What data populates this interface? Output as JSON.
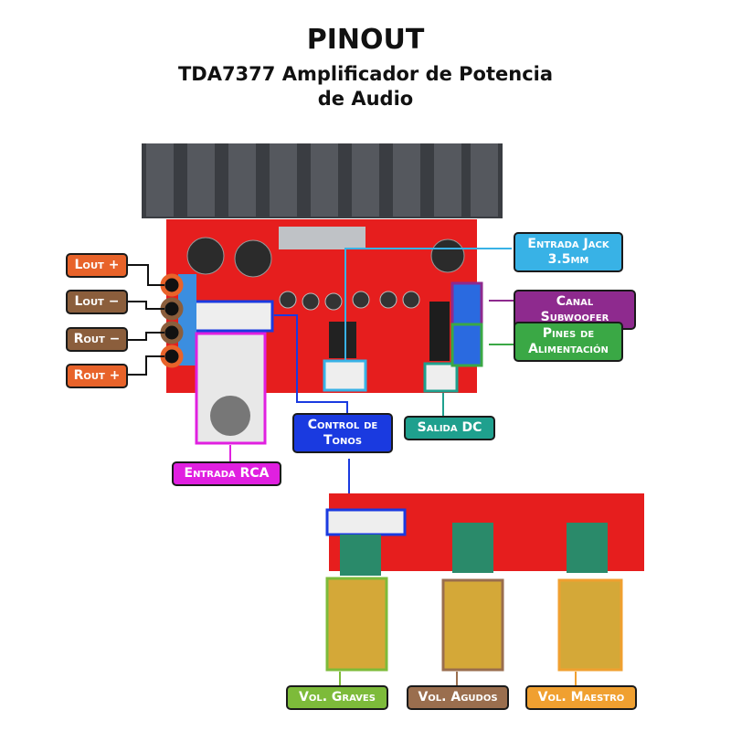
{
  "title": "PINOUT",
  "subtitle_line1": "TDA7377 Amplificador de Potencia",
  "subtitle_line2": "de Audio",
  "colors": {
    "lout_plus": "#e8632a",
    "lout_minus": "#8b5e3c",
    "rout_minus": "#8b5e3c",
    "rout_plus": "#e8632a",
    "jack": "#38b2e6",
    "subwoofer": "#8e2a8e",
    "power": "#3aa845",
    "rca": "#e020e0",
    "tone": "#1a3ae0",
    "dc": "#1fa08e",
    "bass": "#7dbb3a",
    "treble": "#9a6e4e",
    "master": "#f0a030"
  },
  "labels": {
    "lout_plus": "Lout +",
    "lout_minus": "Lout −",
    "rout_minus": "Rout −",
    "rout_plus": "Rout +",
    "jack_line1": "Entrada Jack",
    "jack_line2": "3.5mm",
    "subwoofer": "Canal Subwoofer",
    "power_line1": "Pines de",
    "power_line2": "Alimentación",
    "tone_line1": "Control de",
    "tone_line2": "Tonos",
    "dc": "Salida DC",
    "rca": "Entrada RCA",
    "bass": "Vol. Graves",
    "treble": "Vol. Agudos",
    "master": "Vol. Maestro"
  }
}
